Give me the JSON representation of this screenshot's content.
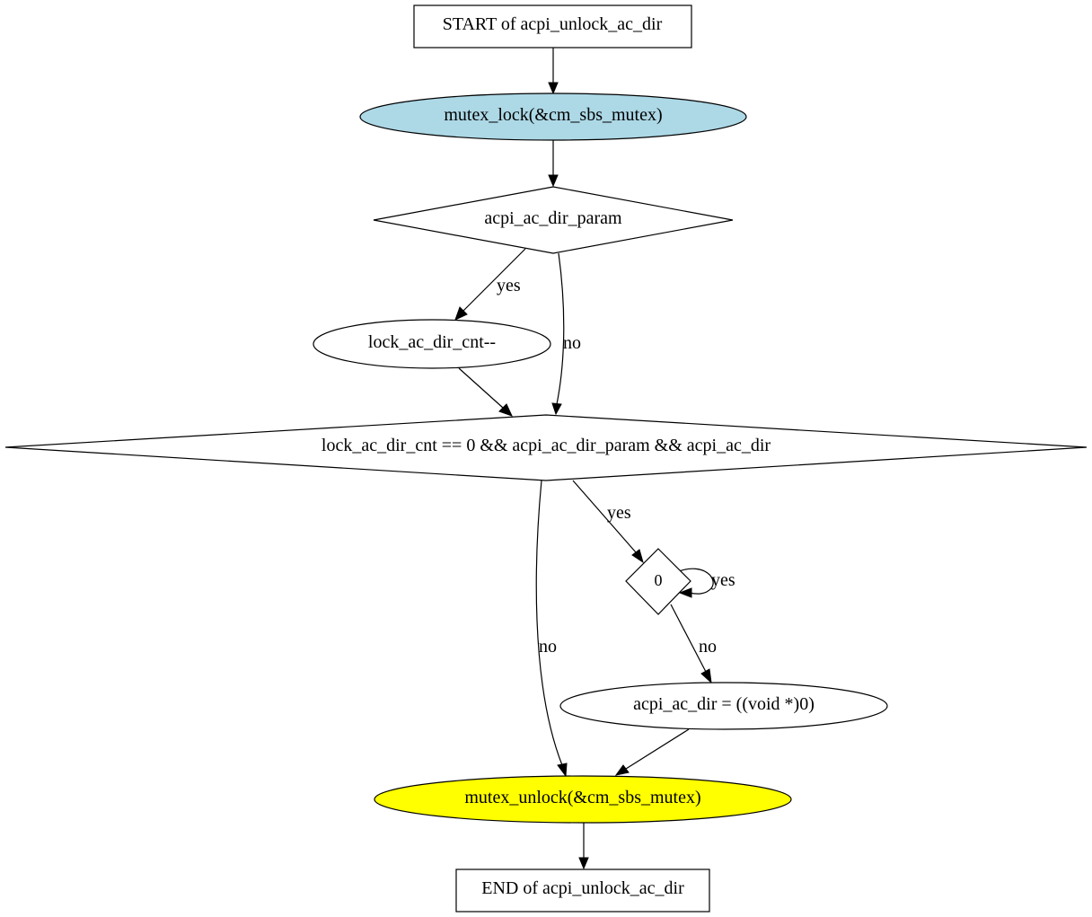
{
  "nodes": {
    "start": "START of acpi_unlock_ac_dir",
    "lock": "mutex_lock(&cm_sbs_mutex)",
    "cond1": "acpi_ac_dir_param",
    "decrement": "lock_ac_dir_cnt--",
    "cond2": "lock_ac_dir_cnt == 0 && acpi_ac_dir_param && acpi_ac_dir",
    "loop": "0",
    "assign": "acpi_ac_dir = ((void *)0)",
    "unlock": "mutex_unlock(&cm_sbs_mutex)",
    "end": "END of acpi_unlock_ac_dir"
  },
  "edges": {
    "cond1_yes": "yes",
    "cond1_no": "no",
    "cond2_yes": "yes",
    "cond2_no": "no",
    "loop_yes": "yes",
    "loop_no": "no"
  },
  "colors": {
    "lock_fill": "#add8e6",
    "unlock_fill": "#ffff00",
    "default_fill": "#ffffff"
  }
}
